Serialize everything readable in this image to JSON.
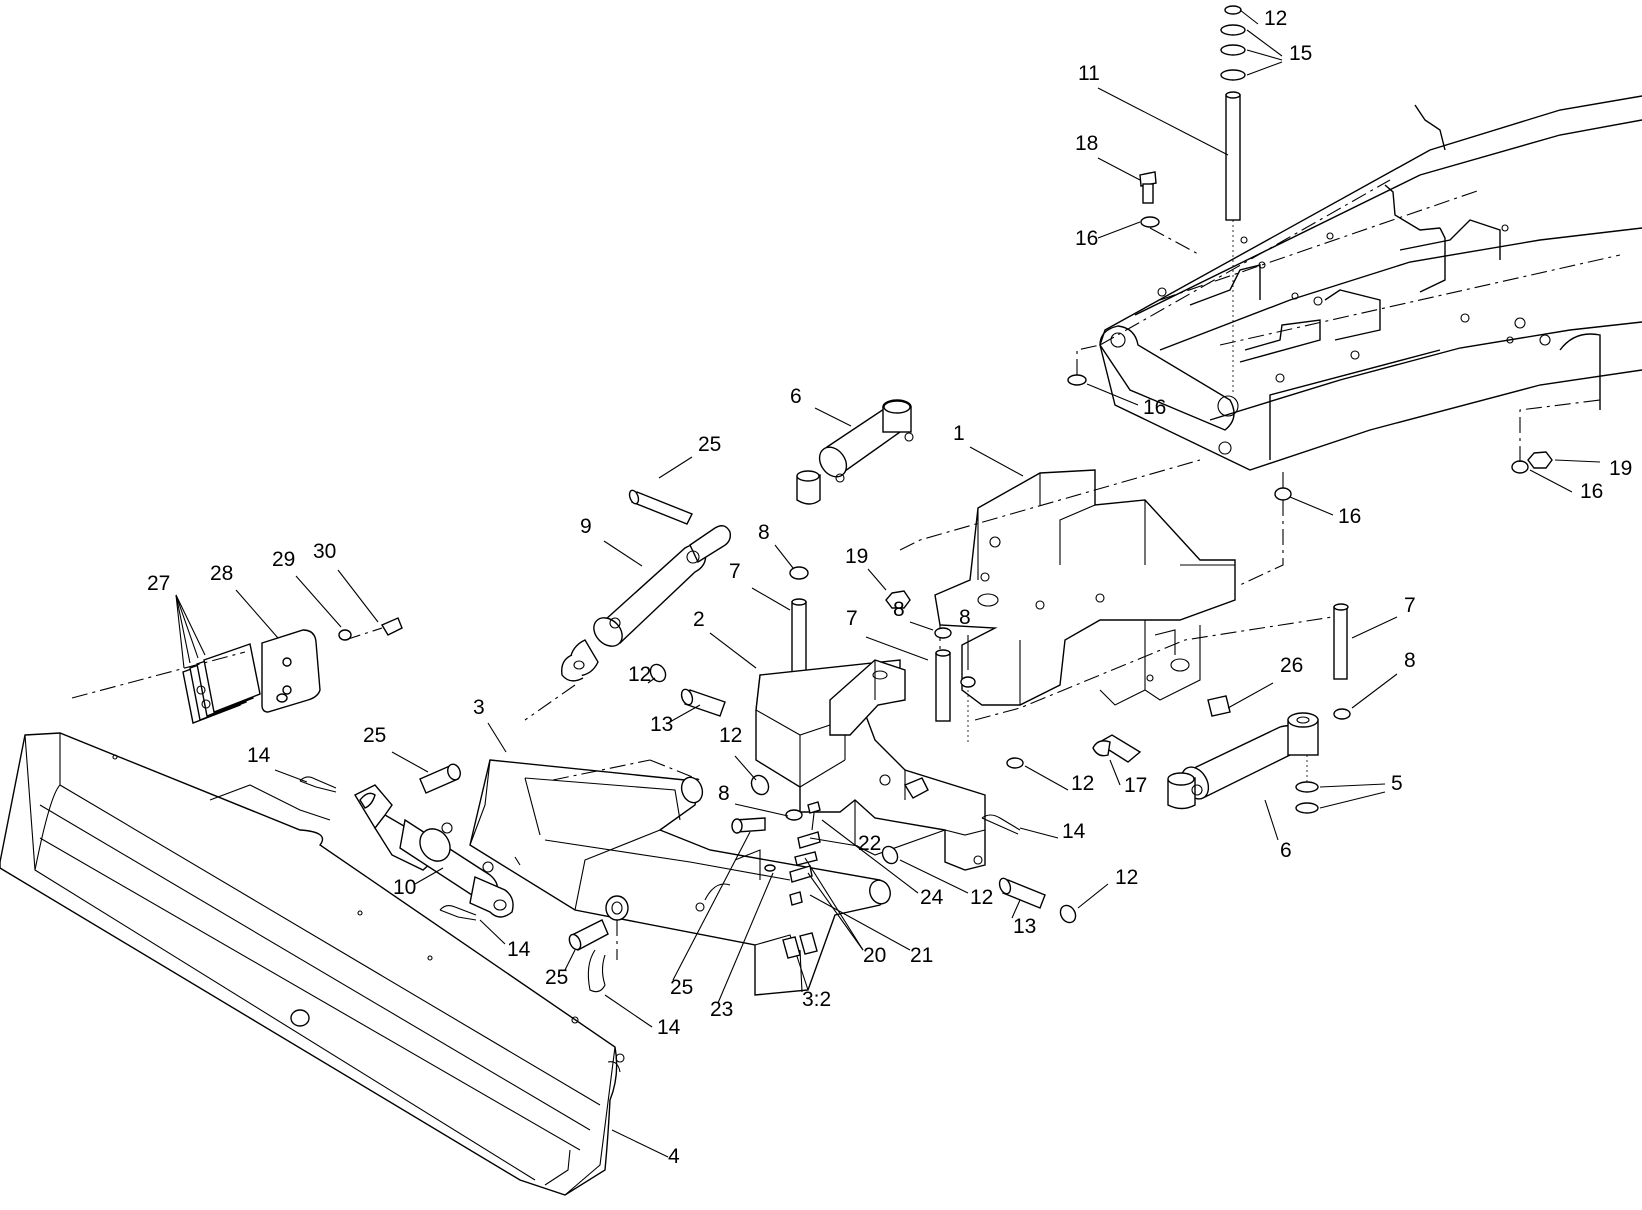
{
  "callouts": [
    {
      "text": "12"
    },
    {
      "text": "15"
    },
    {
      "text": "11"
    },
    {
      "text": "18"
    },
    {
      "text": "16"
    },
    {
      "text": "16"
    },
    {
      "text": "6"
    },
    {
      "text": "1"
    },
    {
      "text": "25"
    },
    {
      "text": "19"
    },
    {
      "text": "16"
    },
    {
      "text": "16"
    },
    {
      "text": "9"
    },
    {
      "text": "8"
    },
    {
      "text": "7"
    },
    {
      "text": "19"
    },
    {
      "text": "27"
    },
    {
      "text": "28"
    },
    {
      "text": "29"
    },
    {
      "text": "30"
    },
    {
      "text": "2"
    },
    {
      "text": "8"
    },
    {
      "text": "7"
    },
    {
      "text": "8"
    },
    {
      "text": "7"
    },
    {
      "text": "26"
    },
    {
      "text": "8"
    },
    {
      "text": "12"
    },
    {
      "text": "13"
    },
    {
      "text": "3"
    },
    {
      "text": "25"
    },
    {
      "text": "12"
    },
    {
      "text": "12"
    },
    {
      "text": "17"
    },
    {
      "text": "5"
    },
    {
      "text": "14"
    },
    {
      "text": "8"
    },
    {
      "text": "22"
    },
    {
      "text": "14"
    },
    {
      "text": "6"
    },
    {
      "text": "10"
    },
    {
      "text": "12"
    },
    {
      "text": "12"
    },
    {
      "text": "24"
    },
    {
      "text": "13"
    },
    {
      "text": "14"
    },
    {
      "text": "20"
    },
    {
      "text": "21"
    },
    {
      "text": "25"
    },
    {
      "text": "25"
    },
    {
      "text": "23"
    },
    {
      "text": "3:2"
    },
    {
      "text": "14"
    },
    {
      "text": "4"
    }
  ]
}
